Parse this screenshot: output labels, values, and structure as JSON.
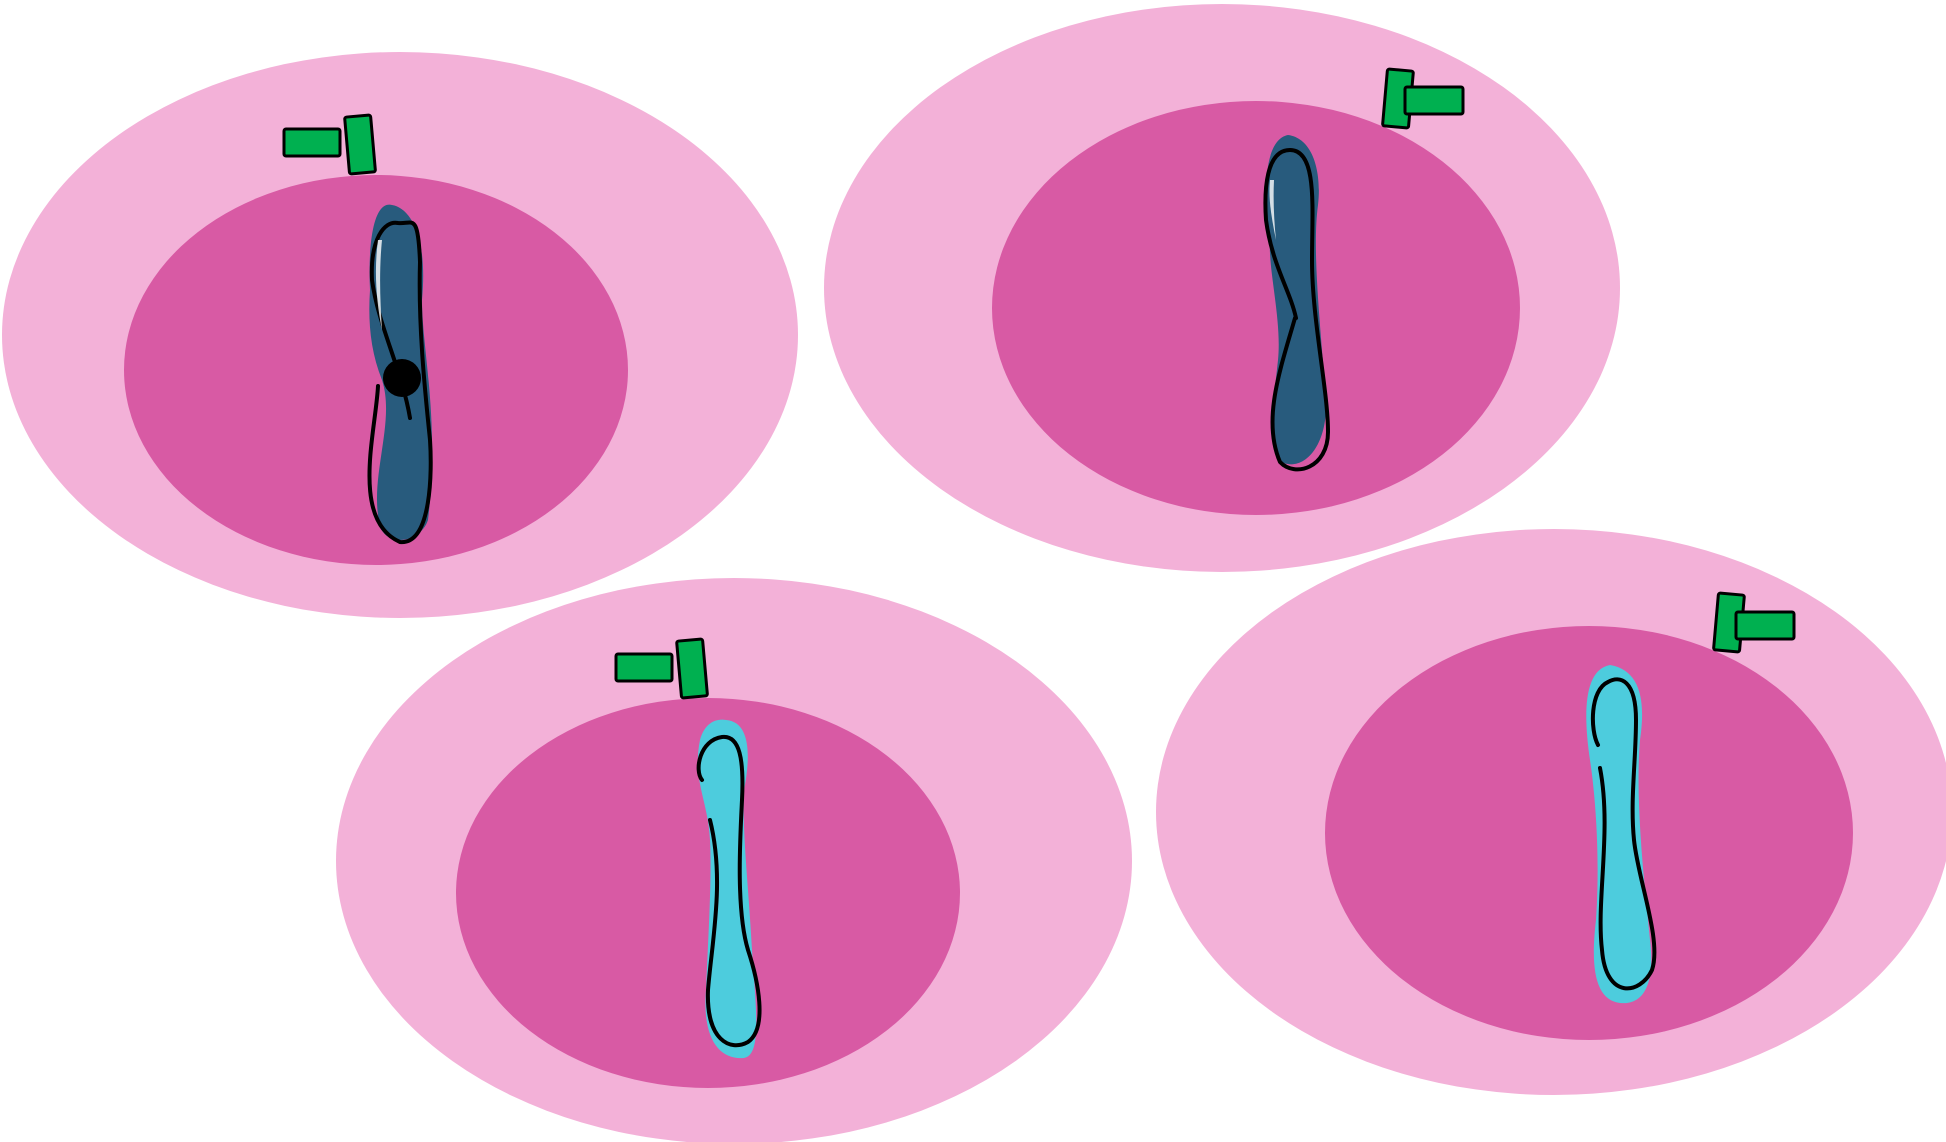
{
  "colors": {
    "background": "#ffffff",
    "cell_outer": "#f3b1d8",
    "nucleus": "#d85aa4",
    "chromosome_dark": "#285b7d",
    "chromosome_light": "#4dccdd",
    "centriole": "#00b050",
    "centromere": "#000000",
    "outline": "#000000"
  },
  "cells": [
    {
      "id": "cell-1",
      "chromosome_shade": "dark",
      "has_centromere": true,
      "centriole_pair": "bar-and-upright"
    },
    {
      "id": "cell-2",
      "chromosome_shade": "dark",
      "has_centromere": false,
      "centriole_pair": "upright-and-bar"
    },
    {
      "id": "cell-3",
      "chromosome_shade": "light",
      "has_centromere": false,
      "centriole_pair": "bar-and-upright"
    },
    {
      "id": "cell-4",
      "chromosome_shade": "light",
      "has_centromere": false,
      "centriole_pair": "upright-and-bar"
    }
  ]
}
